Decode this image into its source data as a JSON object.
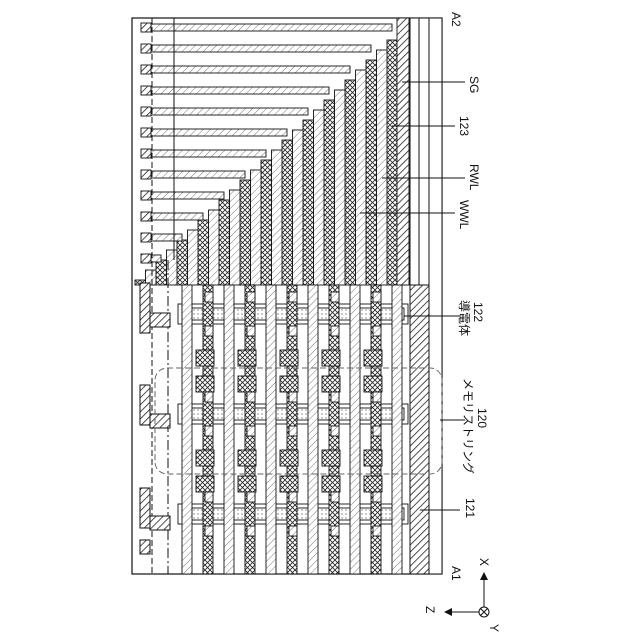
{
  "labels": {
    "a2": "A2",
    "a1": "A1",
    "sg": "SG",
    "n123": "123",
    "rwl": "RWL",
    "wwl": "WWL",
    "n122": "122",
    "conductor": "導電体",
    "n120": "120",
    "memory_string": "メモリストリング",
    "n121": "121",
    "axis_x": "X",
    "axis_z": "Z",
    "axis_y": "Y"
  },
  "colors": {
    "line": "#111111",
    "background": "#ffffff"
  }
}
